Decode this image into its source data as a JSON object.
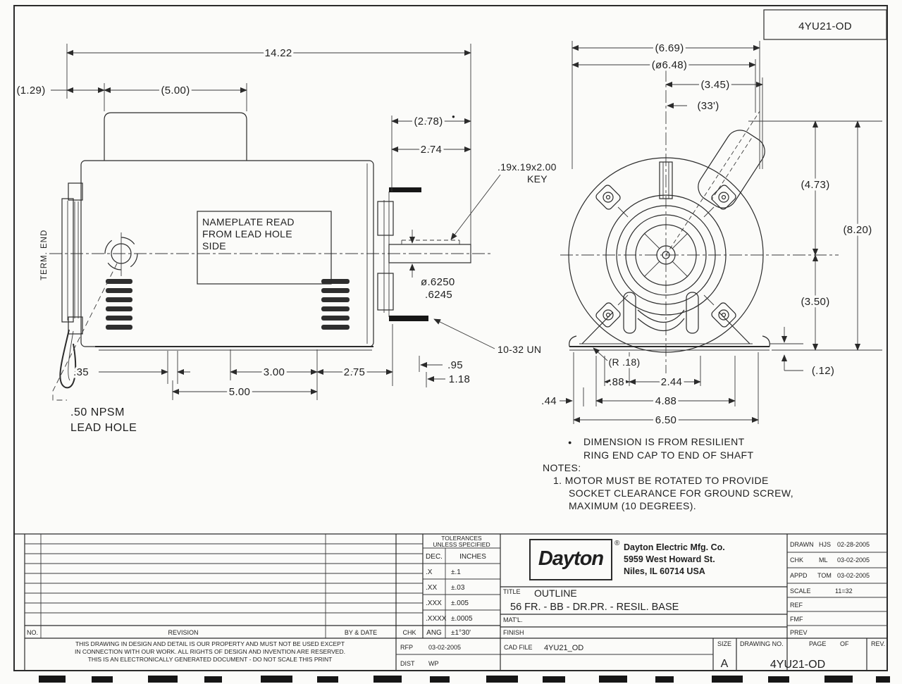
{
  "sheet": {
    "doc_box": "4YU21-OD"
  },
  "side": {
    "term_end": "TERM. END",
    "nameplate_line1": "NAMEPLATE READ",
    "nameplate_line2": "FROM LEAD HOLE",
    "nameplate_line3": "SIDE",
    "dim_overall": "14.22",
    "dim_129": "(1.29)",
    "dim_500_top": "(5.00)",
    "dim_278": "(2.78)",
    "dim_278_flag": "●",
    "dim_274": "2.74",
    "key_line1": ".19x.19x2.00",
    "key_line2": "KEY",
    "shaft_dia_line1": "ø.6250",
    "shaft_dia_line2": ".6245",
    "stud_thread": "10-32 UN",
    "dim_35": ".35",
    "dim_300": "3.00",
    "dim_275": "2.75",
    "dim_95": ".95",
    "dim_118": "1.18",
    "dim_500_bottom": "5.00",
    "lead_hole_line1": ".50 NPSM",
    "lead_hole_line2": "LEAD HOLE"
  },
  "end": {
    "dim_669": "(6.69)",
    "dim_648": "(ø6.48)",
    "dim_345": "(3.45)",
    "dim_33": "(33')",
    "dim_473": "(4.73)",
    "dim_820": "(8.20)",
    "dim_350": "(3.50)",
    "dim_012": "(.12)",
    "dim_r18": "(R .18)",
    "dim_88": ".88",
    "dim_244": "2.44",
    "dim_44": ".44",
    "dim_488": "4.88",
    "dim_650": "6.50"
  },
  "notes": {
    "bullet": "●",
    "star_line1": "DIMENSION IS FROM RESILIENT",
    "star_line2": "RING END CAP TO END OF SHAFT",
    "header": "NOTES:",
    "n1a": "1. MOTOR MUST BE ROTATED TO PROVIDE",
    "n1b": "SOCKET CLEARANCE FOR GROUND SCREW,",
    "n1c": "MAXIMUM (10 DEGREES)."
  },
  "tb": {
    "rev": {
      "no": "NO.",
      "revision": "REVISION",
      "by_date": "BY & DATE",
      "chk": "CHK"
    },
    "tol": {
      "h1": "TOLERANCES",
      "h2": "UNLESS SPECIFIED",
      "dec": "DEC.",
      "inches": "INCHES",
      "rows": [
        {
          "d": ".X",
          "v": "±.1"
        },
        {
          "d": ".XX",
          "v": "±.03"
        },
        {
          "d": ".XXX",
          "v": "±.005"
        },
        {
          "d": ".XXXX",
          "v": "±.0005"
        }
      ],
      "ang": "ANG",
      "angv": "±1°30'"
    },
    "co": {
      "logo": "Dayton",
      "reg": "®",
      "name": "Dayton Electric Mfg. Co.",
      "addr1": "5959 West Howard St.",
      "addr2": "Niles, IL 60714   USA"
    },
    "title": {
      "label": "TITLE",
      "line1": "OUTLINE",
      "line2": "56 FR. - BB - DR.PR. - RESIL. BASE"
    },
    "matl": "MAT'L.",
    "finish": "FINISH",
    "appr": {
      "rows": [
        {
          "label": "DRAWN",
          "by": "HJS",
          "date": "02-28-2005"
        },
        {
          "label": "CHK",
          "by": "ML",
          "date": "03-02-2005"
        },
        {
          "label": "APPD",
          "by": "TOM",
          "date": "03-02-2005"
        }
      ],
      "scale_label": "SCALE",
      "scale_value": "11=32",
      "ref": "REF",
      "fmf": "FMF",
      "prev": "PREV"
    },
    "bottom": {
      "legal1": "THIS DRAWING IN DESIGN AND DETAIL IS OUR PROPERTY AND MUST NOT BE USED EXCEPT",
      "legal2": "IN CONNECTION WITH OUR WORK. ALL RIGHTS OF DESIGN AND INVENTION ARE RESERVED.",
      "legal3": "THIS IS AN ELECTRONICALLY GENERATED DOCUMENT - DO NOT SCALE THIS PRINT",
      "rfp_label": "RFP",
      "rfp_date": "03-02-2005",
      "dist_label": "DIST",
      "dist_value": "WP",
      "cad_label": "CAD FILE",
      "cad_value": "4YU21_OD",
      "size_label": "SIZE",
      "size_value": "A",
      "dwg_label": "DRAWING NO.",
      "page_label": "PAGE",
      "of_label": "OF",
      "dwg_value": "4YU21-OD",
      "rev_label": "REV."
    }
  }
}
